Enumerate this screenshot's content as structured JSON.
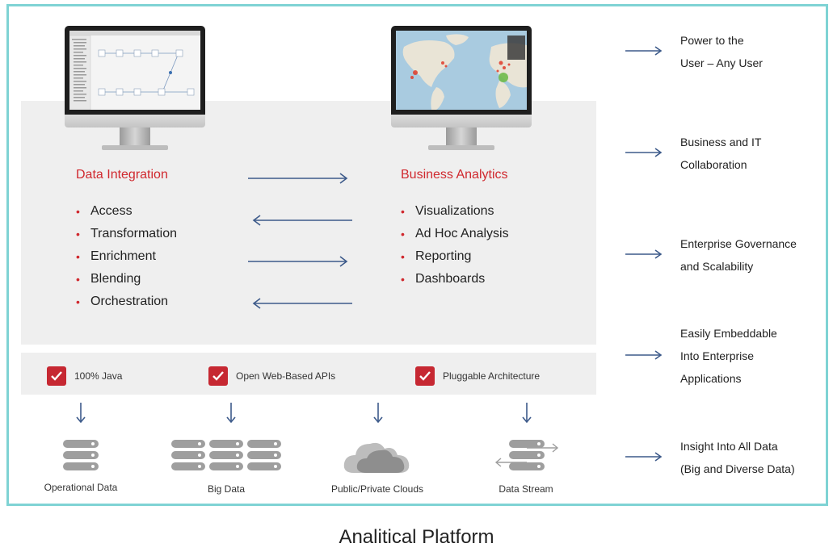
{
  "diagram": {
    "data_integration": {
      "title": "Data Integration",
      "items": [
        "Access",
        "Transformation",
        "Enrichment",
        "Blending",
        "Orchestration"
      ]
    },
    "business_analytics": {
      "title": "Business Analytics",
      "items": [
        "Visualizations",
        "Ad Hoc Analysis",
        "Reporting",
        "Dashboards"
      ]
    },
    "features": [
      "100% Java",
      "Open Web-Based APIs",
      "Pluggable Architecture"
    ],
    "data_sources": [
      "Operational Data",
      "Big Data",
      "Public/Private Clouds",
      "Data Stream"
    ],
    "benefits": [
      "Power to the\nUser – Any User",
      "Business and IT\nCollaboration",
      "Enterprise Governance\nand Scalability",
      "Easily Embeddable\nInto Enterprise\nApplications",
      "Insight Into All Data\n(Big and Diverse Data)"
    ],
    "caption": "Analitical Platform"
  },
  "colors": {
    "frame": "#7fd3d4",
    "panel": "#efefef",
    "accent_red": "#d0282e",
    "arrow_blue": "#3d5a8a",
    "server_gray": "#9e9e9e"
  },
  "icons": {
    "monitor_left": "workflow-monitor-icon",
    "monitor_right": "world-map-monitor-icon",
    "sources": [
      "server-stack-icon",
      "server-cluster-icon",
      "cloud-icon",
      "data-stream-icon"
    ]
  }
}
